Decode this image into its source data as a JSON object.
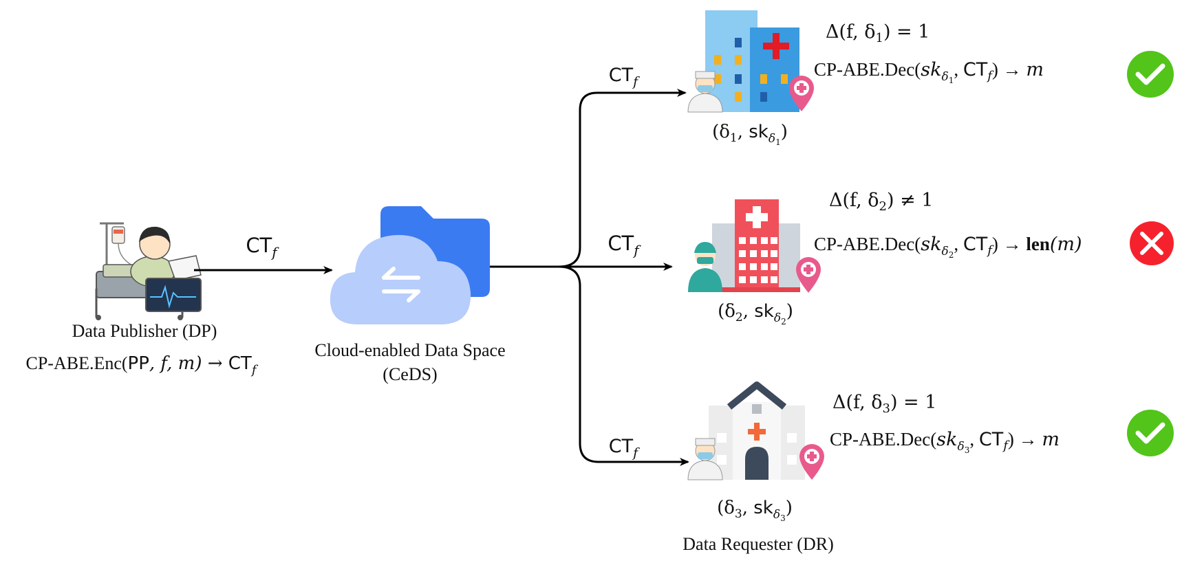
{
  "publisher": {
    "label": "Data Publisher (DP)",
    "enc": {
      "fn": "CP-ABE.Enc(",
      "pp": "PP",
      "args": ", f, m) → ",
      "ct": "CT",
      "sub": "f"
    }
  },
  "cloud": {
    "label_line1": "Cloud-enabled Data Space",
    "label_line2": "(CeDS)"
  },
  "ciphertext": {
    "ct": "CT",
    "sub": "f"
  },
  "requester_label": "Data Requester (DR)",
  "requesters": [
    {
      "delta": {
        "open": "Δ(f, δ",
        "sub": "1",
        "close": ") = 1"
      },
      "dec": {
        "fn": "CP-ABE.Dec(",
        "sk": "sk",
        "sk_sub": "δ",
        "sk_sub2": "1",
        "mid": ", ",
        "ct": "CT",
        "ct_sub": "f",
        "arrow": ") → ",
        "result": "m",
        "result_bold": ""
      },
      "id": {
        "open": "(δ",
        "sub": "1",
        "comma": ", ",
        "sk": "sk",
        "sk_sub": "δ",
        "sk_sub2": "1",
        "close": ")"
      },
      "status": "check",
      "status_color": "#52c41a"
    },
    {
      "delta": {
        "open": "Δ(f, δ",
        "sub": "2",
        "close": ") ≠ 1"
      },
      "dec": {
        "fn": "CP-ABE.Dec(",
        "sk": "sk",
        "sk_sub": "δ",
        "sk_sub2": "2",
        "mid": ", ",
        "ct": "CT",
        "ct_sub": "f",
        "arrow": ") → ",
        "result": "(m)",
        "result_bold": "len"
      },
      "id": {
        "open": "(δ",
        "sub": "2",
        "comma": ", ",
        "sk": "sk",
        "sk_sub": "δ",
        "sk_sub2": "2",
        "close": ")"
      },
      "status": "cross",
      "status_color": "#f5222d"
    },
    {
      "delta": {
        "open": "Δ(f, δ",
        "sub": "3",
        "close": ") = 1"
      },
      "dec": {
        "fn": "CP-ABE.Dec(",
        "sk": "sk",
        "sk_sub": "δ",
        "sk_sub2": "3",
        "mid": ", ",
        "ct": "CT",
        "ct_sub": "f",
        "arrow": ") → ",
        "result": "m",
        "result_bold": ""
      },
      "id": {
        "open": "(δ",
        "sub": "3",
        "comma": ", ",
        "sk": "sk",
        "sk_sub": "δ",
        "sk_sub2": "3",
        "close": ")"
      },
      "status": "check",
      "status_color": "#52c41a"
    }
  ],
  "icons": {
    "publisher": "patient-bed-icon",
    "cloud": "cloud-folder-icon",
    "hospitals": [
      "hospital-blue-icon",
      "hospital-red-icon",
      "clinic-grey-icon"
    ],
    "doctors": [
      "doctor-icon",
      "surgeon-icon",
      "doctor-icon"
    ],
    "pins": "location-pin-icon",
    "status": [
      "check-icon",
      "cross-icon",
      "check-icon"
    ]
  },
  "colors": {
    "arrow": "#000000",
    "cloud": "#b7cdfb",
    "folder": "#3b7bf2",
    "pin": "#e85a8c",
    "check": "#52c41a",
    "cross": "#f5222d"
  }
}
